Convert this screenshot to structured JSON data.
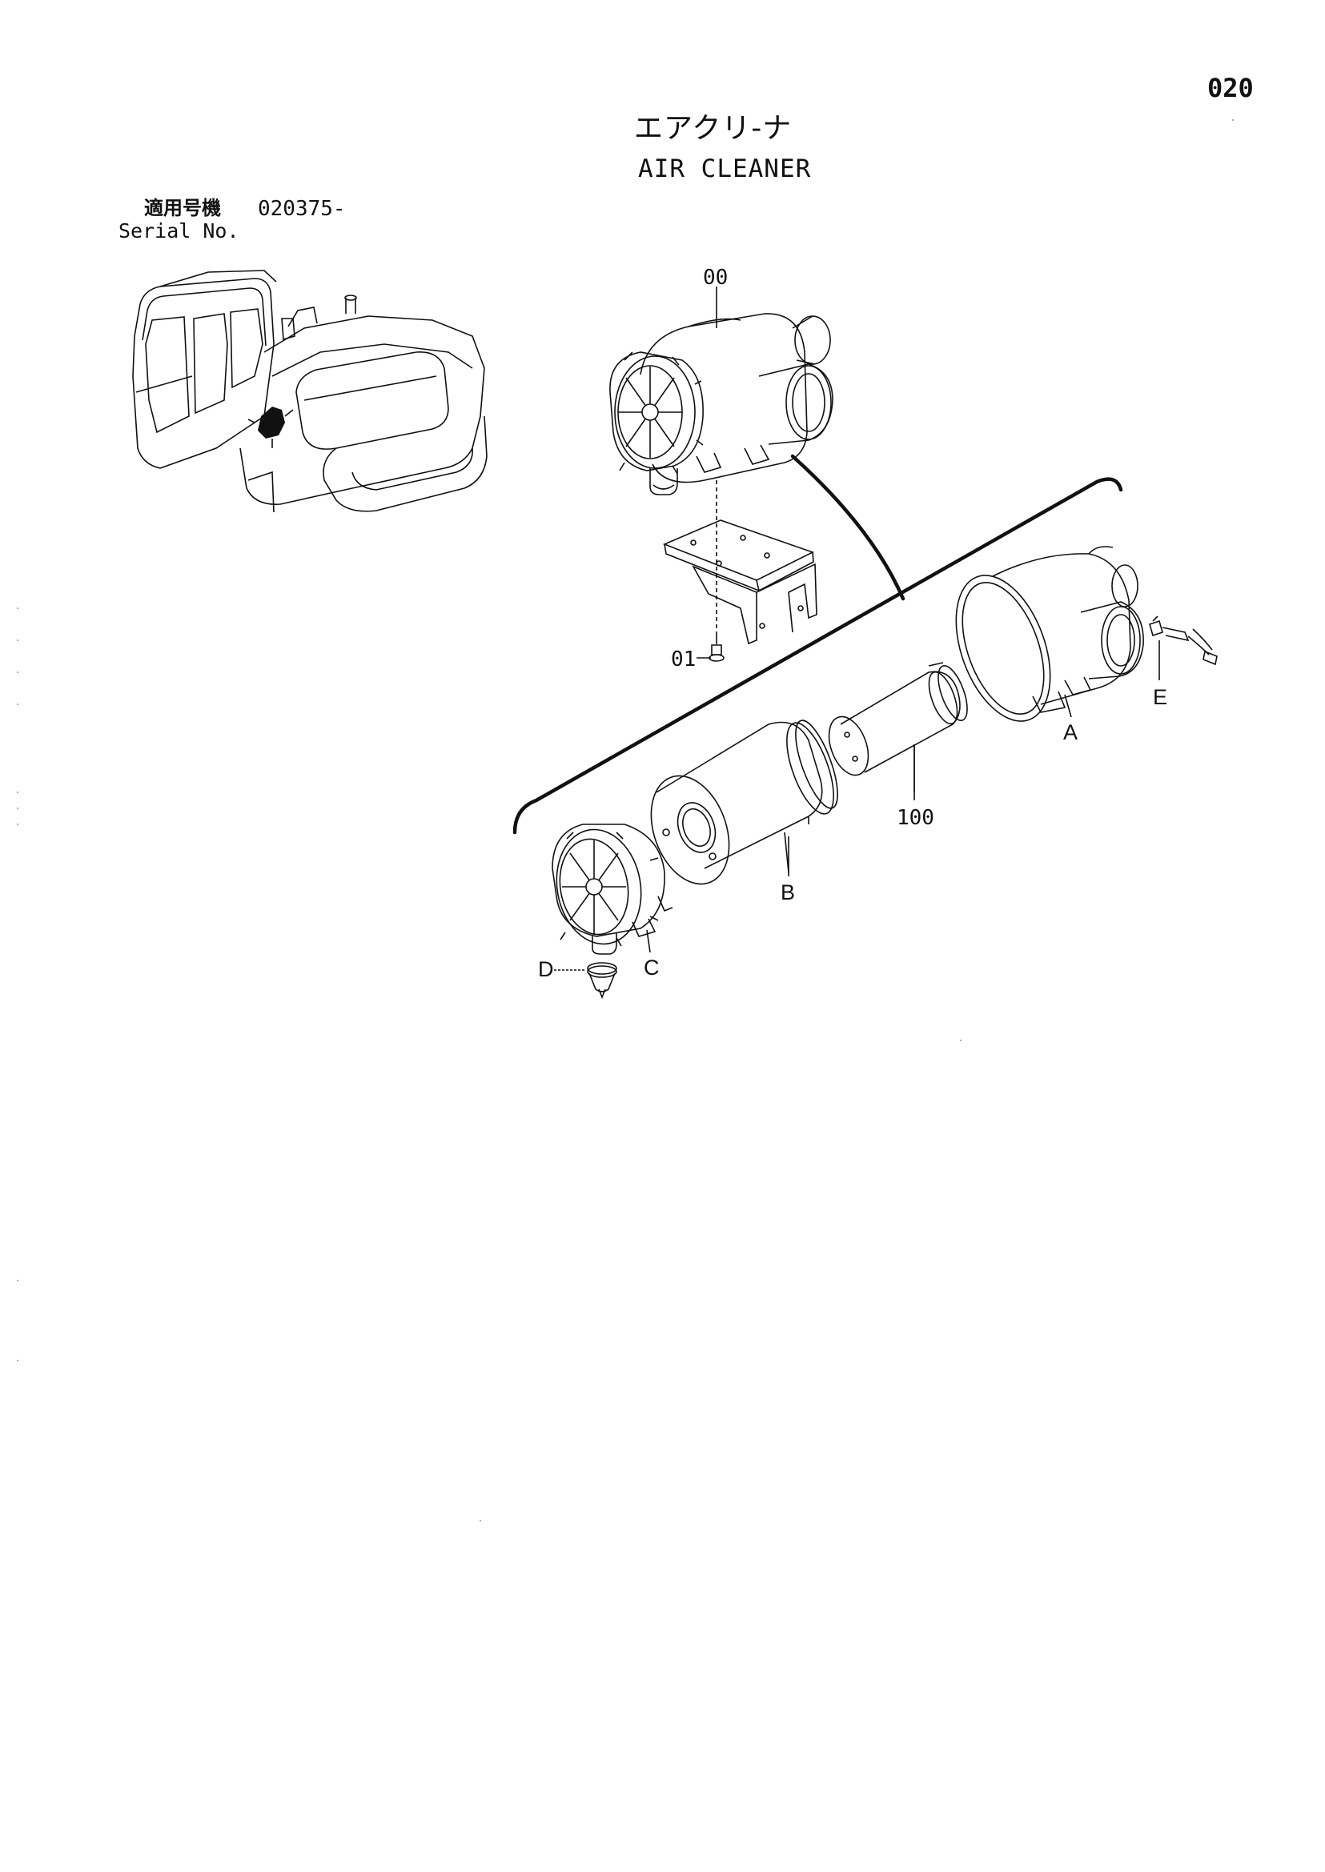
{
  "page": {
    "number": "020"
  },
  "title": {
    "ja": "エアクリ-ナ",
    "en": "AIR CLEANER"
  },
  "serial": {
    "label_ja": "適用号機",
    "value": "020375-",
    "label_en": "Serial No."
  },
  "callouts": {
    "assembly": "00",
    "bolt": "01",
    "element": "100",
    "body": "A",
    "outer_element": "B",
    "cover": "C",
    "valve": "D",
    "indicator": "E"
  },
  "colors": {
    "line": "#111111",
    "background": "#ffffff"
  }
}
